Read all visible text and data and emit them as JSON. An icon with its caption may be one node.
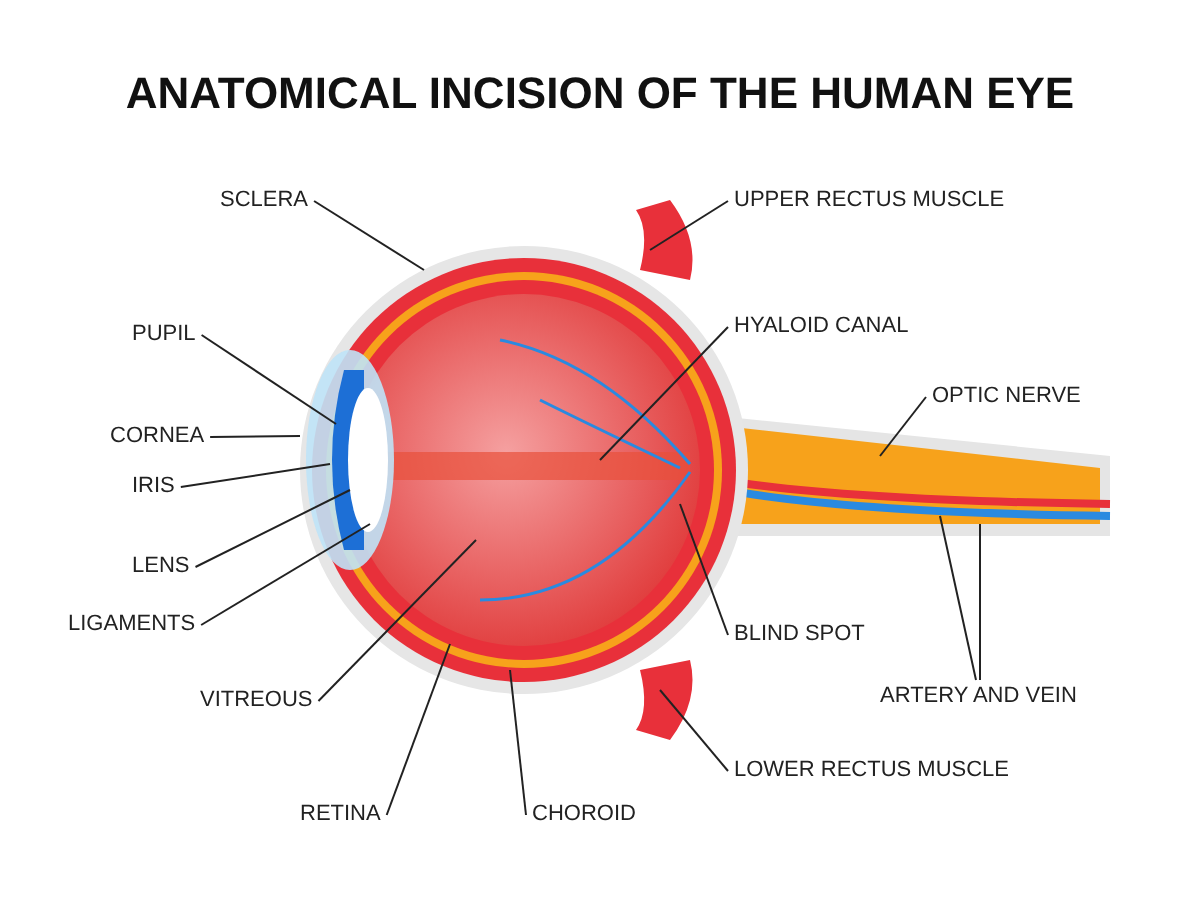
{
  "diagram": {
    "title": "ANATOMICAL INCISION OF THE HUMAN EYE",
    "nodes": [
      {
        "text": [
          "SCLERA"
        ]
      },
      {
        "text": [
          "UPPER RECTUS MUSCLE"
        ]
      },
      {
        "text": [
          "PUPIL"
        ]
      },
      {
        "text": [
          "HYALOID CANAL"
        ]
      },
      {
        "text": [
          "OPTIC NERVE"
        ]
      },
      {
        "text": [
          "CORNEA"
        ]
      },
      {
        "text": [
          "IRIS"
        ]
      },
      {
        "text": [
          "LENS"
        ]
      },
      {
        "text": [
          "LIGAMENTS"
        ]
      },
      {
        "text": [
          "BLIND SPOT"
        ]
      },
      {
        "text": [
          "ARTERY AND VEIN"
        ]
      },
      {
        "text": [
          "VITREOUS"
        ]
      },
      {
        "text": [
          "LOWER RECTUS MUSCLE"
        ]
      },
      {
        "text": [
          "RETINA"
        ]
      },
      {
        "text": [
          "CHOROID"
        ]
      }
    ],
    "edges": [
      {
        "from": 0,
        "to": null,
        "arrow": "none"
      },
      {
        "from": 1,
        "to": null,
        "arrow": "none"
      },
      {
        "from": 2,
        "to": null,
        "arrow": "none"
      },
      {
        "from": 3,
        "to": null,
        "arrow": "none"
      },
      {
        "from": 4,
        "to": null,
        "arrow": "none"
      },
      {
        "from": 5,
        "to": null,
        "arrow": "none"
      },
      {
        "from": 6,
        "to": null,
        "arrow": "none"
      },
      {
        "from": 7,
        "to": null,
        "arrow": "none"
      },
      {
        "from": 8,
        "to": null,
        "arrow": "none"
      },
      {
        "from": 9,
        "to": null,
        "arrow": "none"
      },
      {
        "from": 10,
        "to": null,
        "arrow": "none"
      },
      {
        "from": 10,
        "to": null,
        "arrow": "none"
      },
      {
        "from": 11,
        "to": null,
        "arrow": "none"
      },
      {
        "from": 12,
        "to": null,
        "arrow": "none"
      },
      {
        "from": 13,
        "to": null,
        "arrow": "none"
      },
      {
        "from": 14,
        "to": null,
        "arrow": "none"
      }
    ]
  }
}
